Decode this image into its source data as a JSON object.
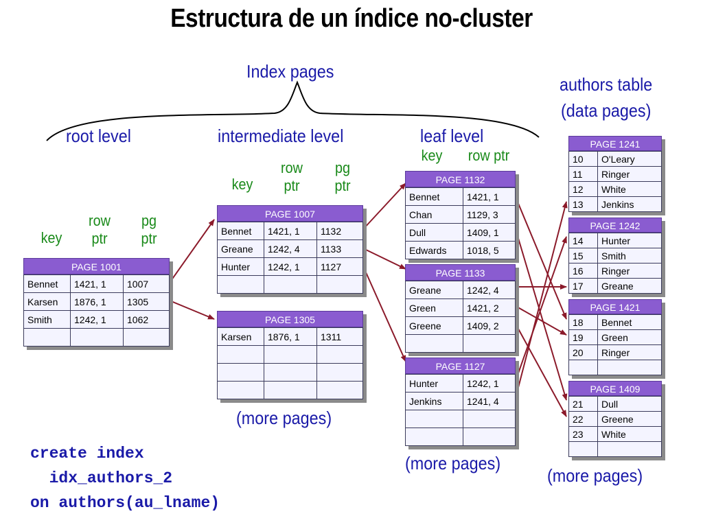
{
  "title": "Estructura de un índice no-cluster",
  "labels": {
    "index_pages": "Index pages",
    "root_level": "root level",
    "intermediate_level": "intermediate level",
    "leaf_level": "leaf level",
    "authors_table_1": "authors table",
    "authors_table_2": "(data pages)",
    "more_pages": "(more pages)"
  },
  "col_headers": {
    "key": "key",
    "row_ptr_1": "row",
    "row_ptr_2": "ptr",
    "pg_ptr_1": "pg",
    "pg_ptr_2": "ptr",
    "row_ptr_leaf": "row ptr"
  },
  "root_page": {
    "header": "PAGE 1001",
    "rows": [
      [
        "Bennet",
        "1421, 1",
        "1007"
      ],
      [
        "Karsen",
        "1876, 1",
        "1305"
      ],
      [
        "Smith",
        "1242, 1",
        "1062"
      ],
      [
        "",
        "",
        ""
      ]
    ]
  },
  "intermediate_pages": [
    {
      "header": "PAGE 1007",
      "rows": [
        [
          "Bennet",
          "1421, 1",
          "1132"
        ],
        [
          "Greane",
          "1242, 4",
          "1133"
        ],
        [
          "Hunter",
          "1242, 1",
          "1127"
        ],
        [
          "",
          "",
          ""
        ]
      ]
    },
    {
      "header": "PAGE 1305",
      "rows": [
        [
          "Karsen",
          "1876, 1",
          "1311"
        ],
        [
          "",
          "",
          ""
        ],
        [
          "",
          "",
          ""
        ],
        [
          "",
          "",
          ""
        ]
      ]
    }
  ],
  "leaf_pages": [
    {
      "header": "PAGE 1132",
      "rows": [
        [
          "Bennet",
          "1421, 1"
        ],
        [
          "Chan",
          "1129, 3"
        ],
        [
          "Dull",
          "1409, 1"
        ],
        [
          "Edwards",
          "1018, 5"
        ]
      ]
    },
    {
      "header": "PAGE 1133",
      "rows": [
        [
          "Greane",
          "1242, 4"
        ],
        [
          "Green",
          "1421, 2"
        ],
        [
          "Greene",
          "1409, 2"
        ],
        [
          "",
          ""
        ]
      ]
    },
    {
      "header": "PAGE 1127",
      "rows": [
        [
          "Hunter",
          "1242, 1"
        ],
        [
          "Jenkins",
          "1241, 4"
        ],
        [
          "",
          ""
        ],
        [
          "",
          ""
        ]
      ]
    }
  ],
  "data_pages": [
    {
      "header": "PAGE 1241",
      "rows": [
        [
          "10",
          "O'Leary"
        ],
        [
          "11",
          "Ringer"
        ],
        [
          "12",
          "White"
        ],
        [
          "13",
          "Jenkins"
        ]
      ]
    },
    {
      "header": "PAGE 1242",
      "rows": [
        [
          "14",
          "Hunter"
        ],
        [
          "15",
          "Smith"
        ],
        [
          "16",
          "Ringer"
        ],
        [
          "17",
          "Greane"
        ]
      ]
    },
    {
      "header": "PAGE 1421",
      "rows": [
        [
          "18",
          "Bennet"
        ],
        [
          "19",
          "Green"
        ],
        [
          "20",
          "Ringer"
        ],
        [
          "",
          ""
        ]
      ]
    },
    {
      "header": "PAGE 1409",
      "rows": [
        [
          "21",
          "Dull"
        ],
        [
          "22",
          "Greene"
        ],
        [
          "23",
          "White"
        ],
        [
          "",
          ""
        ]
      ]
    }
  ],
  "code": {
    "line1": "create index",
    "line2": "  idx_authors_2",
    "line3": "on authors(au_lname)"
  },
  "colors": {
    "page_header": "#8a5cd0",
    "arrow": "#8b1a2a",
    "label_blue": "#1a1aa8",
    "label_green": "#1a8a1a"
  }
}
